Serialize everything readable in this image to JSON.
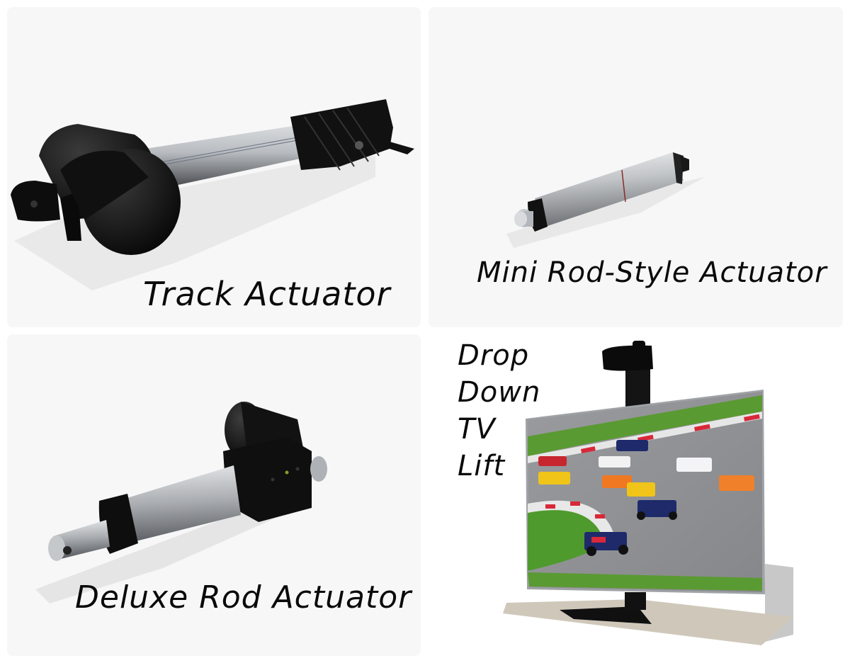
{
  "products": [
    {
      "id": "track",
      "label": "Track Actuator"
    },
    {
      "id": "mini-rod",
      "label": "Mini Rod-Style Actuator"
    },
    {
      "id": "deluxe-rod",
      "label": "Deluxe Rod Actuator"
    },
    {
      "id": "tv-lift",
      "label_lines": [
        "Drop",
        "Down",
        "TV",
        "Lift"
      ]
    }
  ],
  "colors": {
    "panel_bg": "#f7f7f7",
    "actuator_black": "#0d0d0d",
    "aluminum": "#b9bcc0",
    "track_asphalt": "#8e8f92",
    "grass": "#4e9a2d",
    "kerb_red": "#d9283a",
    "stand_beige": "#cfc8ba"
  }
}
